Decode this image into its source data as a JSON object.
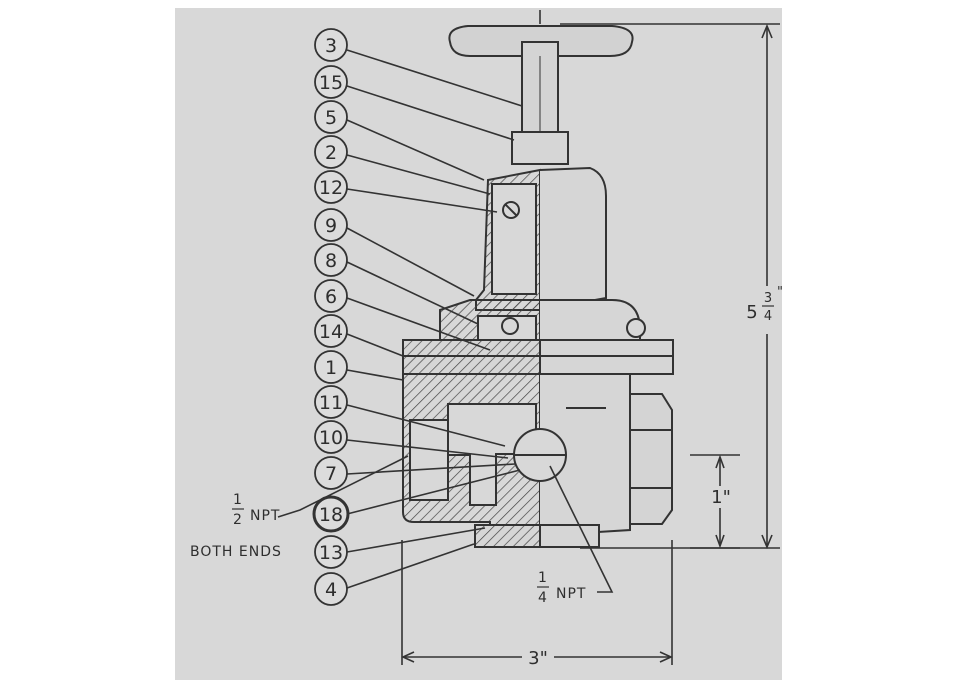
{
  "diagram": {
    "callouts": [
      {
        "label": "3"
      },
      {
        "label": "15"
      },
      {
        "label": "5"
      },
      {
        "label": "2"
      },
      {
        "label": "12"
      },
      {
        "label": "9"
      },
      {
        "label": "8"
      },
      {
        "label": "6"
      },
      {
        "label": "14"
      },
      {
        "label": "1"
      },
      {
        "label": "11"
      },
      {
        "label": "10"
      },
      {
        "label": "7"
      },
      {
        "label": "18"
      },
      {
        "label": "13"
      },
      {
        "label": "4"
      }
    ],
    "notes": {
      "npt_half_num": "1",
      "npt_half_den": "2",
      "npt_half_text": "NPT",
      "both_ends": "BOTH ENDS",
      "npt_quarter_num": "1",
      "npt_quarter_den": "4",
      "npt_quarter_text": "NPT"
    },
    "dimensions": {
      "height_whole": "5",
      "height_num": "3",
      "height_den": "4",
      "height_mark": "\"",
      "width": "3\"",
      "port_offset": "1\""
    },
    "colors": {
      "paper": "#d8d8d8",
      "ink": "#333333",
      "background": "#ffffff"
    }
  }
}
